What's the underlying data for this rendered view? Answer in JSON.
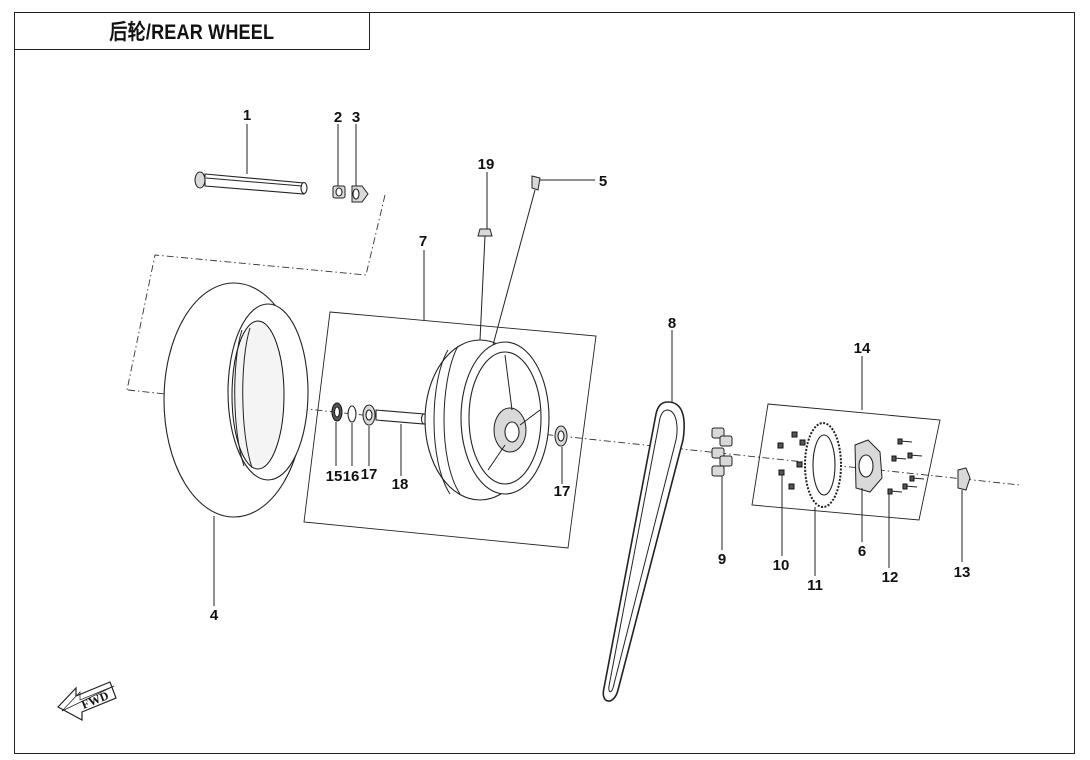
{
  "title": "后轮/REAR WHEEL",
  "callouts": {
    "c1": "1",
    "c2": "2",
    "c3": "3",
    "c4": "4",
    "c5": "5",
    "c6": "6",
    "c7": "7",
    "c8": "8",
    "c9": "9",
    "c10": "10",
    "c11": "11",
    "c12": "12",
    "c13": "13",
    "c14": "14",
    "c15": "15",
    "c16": "16",
    "c17a": "17",
    "c17b": "17",
    "c18": "18",
    "c19": "19"
  },
  "fwd_label": "FWD"
}
